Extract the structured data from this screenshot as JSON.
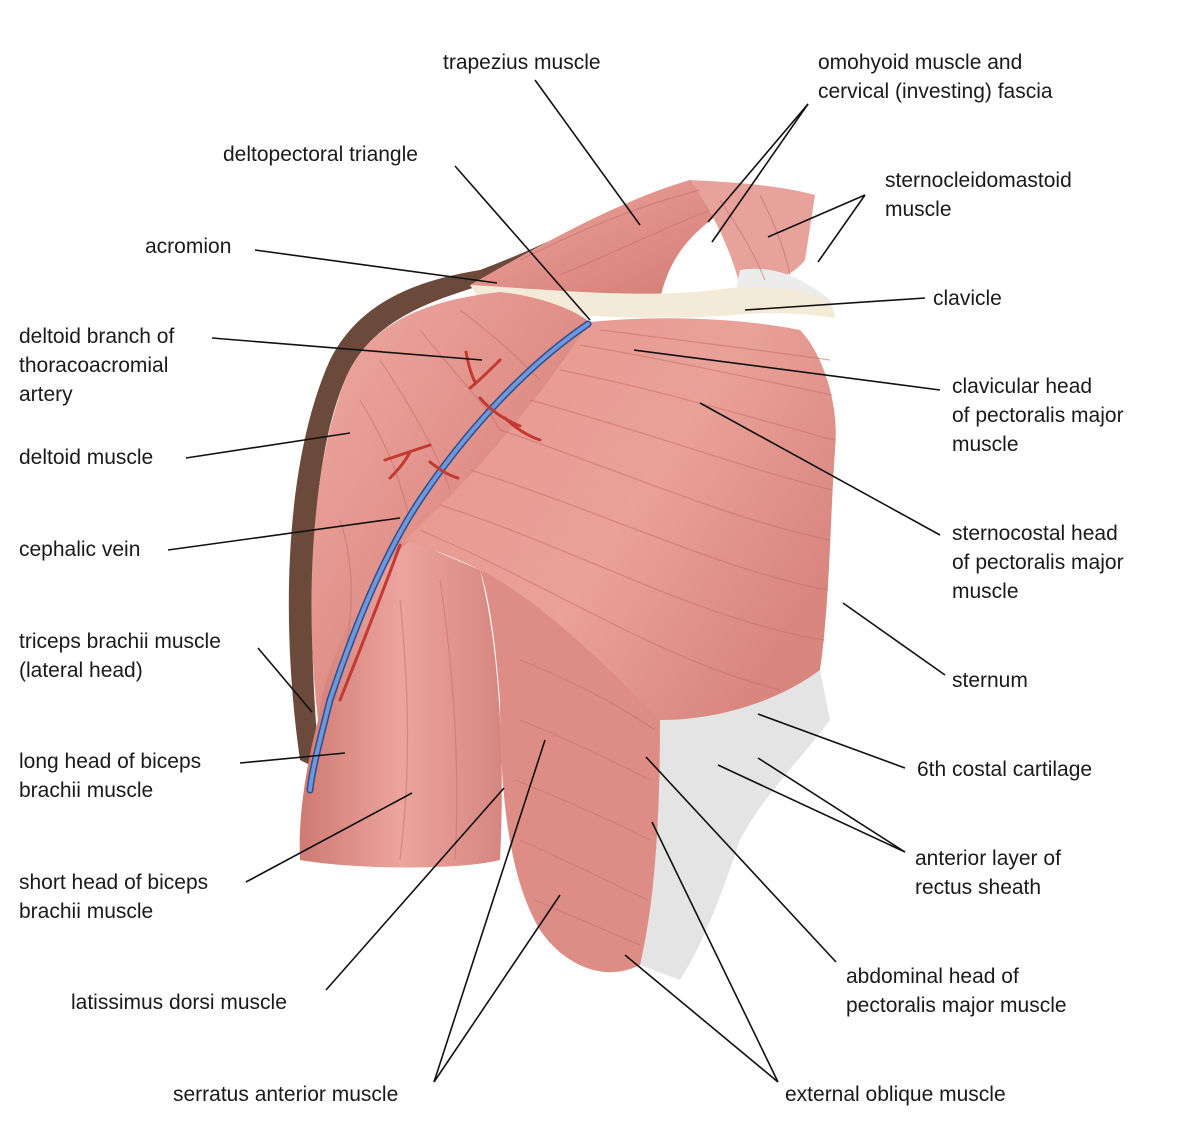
{
  "colors": {
    "muscle": "#e3938d",
    "muscle_light": "#f0b7b0",
    "muscle_dark": "#b95f5a",
    "fiber": "#c56e69",
    "bone": "#f3ead7",
    "fascia": "#e4e4e4",
    "vein": "#4f79c2",
    "artery": "#c23a32",
    "skin_edge": "#6b4a3c",
    "leader": "#111111",
    "text": "#1a1a1a"
  },
  "labels": [
    {
      "id": "trapezius",
      "lines": [
        "trapezius muscle"
      ]
    },
    {
      "id": "omohyoid",
      "lines": [
        "omohyoid muscle and",
        "cervical (investing) fascia"
      ]
    },
    {
      "id": "deltopectoral",
      "lines": [
        "deltopectoral triangle"
      ]
    },
    {
      "id": "scm",
      "lines": [
        "sternocleidomastoid",
        "muscle"
      ]
    },
    {
      "id": "acromion",
      "lines": [
        "acromion"
      ]
    },
    {
      "id": "clavicle",
      "lines": [
        "clavicle"
      ]
    },
    {
      "id": "deltoid-branch",
      "lines": [
        "deltoid branch of",
        "thoracoacromial",
        "artery"
      ]
    },
    {
      "id": "clavicular-head",
      "lines": [
        "clavicular head",
        "of pectoralis major",
        "muscle"
      ]
    },
    {
      "id": "deltoid",
      "lines": [
        "deltoid muscle"
      ]
    },
    {
      "id": "sternocostal-head",
      "lines": [
        "sternocostal head",
        "of pectoralis major",
        "muscle"
      ]
    },
    {
      "id": "cephalic-vein",
      "lines": [
        "cephalic vein"
      ]
    },
    {
      "id": "triceps",
      "lines": [
        "triceps brachii muscle",
        "(lateral head)"
      ]
    },
    {
      "id": "sternum",
      "lines": [
        "sternum"
      ]
    },
    {
      "id": "long-biceps",
      "lines": [
        "long head of biceps",
        "brachii muscle"
      ]
    },
    {
      "id": "costal-cartilage",
      "lines": [
        "6th costal cartilage"
      ]
    },
    {
      "id": "rectus-sheath",
      "lines": [
        "anterior layer of",
        "rectus sheath"
      ]
    },
    {
      "id": "short-biceps",
      "lines": [
        "short head of biceps",
        "brachii muscle"
      ]
    },
    {
      "id": "abdominal-head",
      "lines": [
        "abdominal head of",
        "pectoralis major muscle"
      ]
    },
    {
      "id": "latissimus",
      "lines": [
        "latissimus dorsi muscle"
      ]
    },
    {
      "id": "serratus",
      "lines": [
        "serratus anterior muscle"
      ]
    },
    {
      "id": "external-oblique",
      "lines": [
        "external oblique muscle"
      ]
    }
  ]
}
